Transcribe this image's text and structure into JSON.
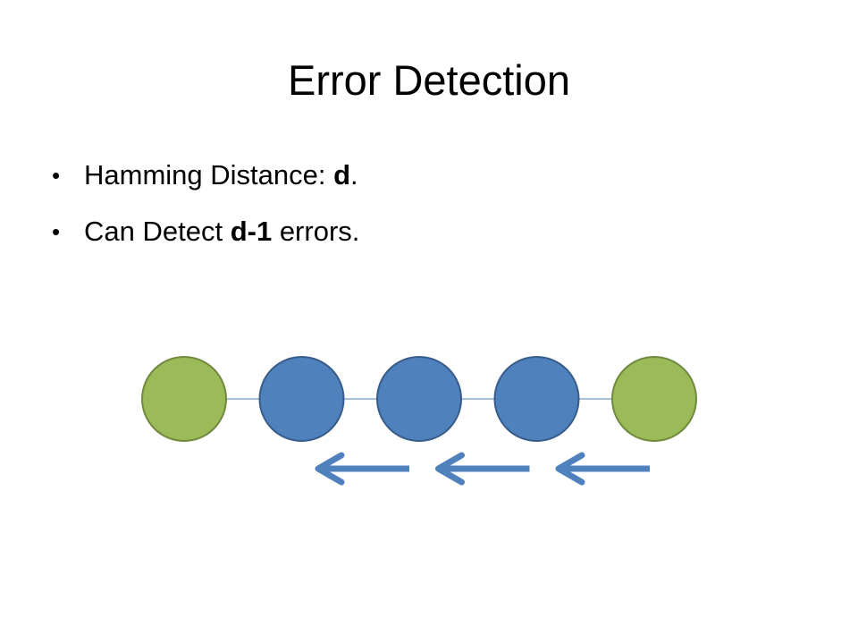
{
  "slide": {
    "title": "Error Detection",
    "bullets": [
      {
        "prefix": "Hamming Distance: ",
        "bold": "d",
        "suffix": "."
      },
      {
        "prefix": "Can Detect ",
        "bold": "d-1",
        "suffix": " errors."
      }
    ]
  },
  "diagram": {
    "nodes": [
      {
        "kind": "codeword"
      },
      {
        "kind": "intermediate"
      },
      {
        "kind": "intermediate"
      },
      {
        "kind": "intermediate"
      },
      {
        "kind": "codeword"
      }
    ],
    "arrow_count": 3,
    "arrow_direction": "left",
    "colors": {
      "codeword_fill": "#9BBB59",
      "codeword_stroke": "#71893F",
      "intermediate_fill": "#4F81BD",
      "intermediate_stroke": "#385D8A",
      "edge": "#4F81BD",
      "arrow": "#4F81BD"
    }
  }
}
